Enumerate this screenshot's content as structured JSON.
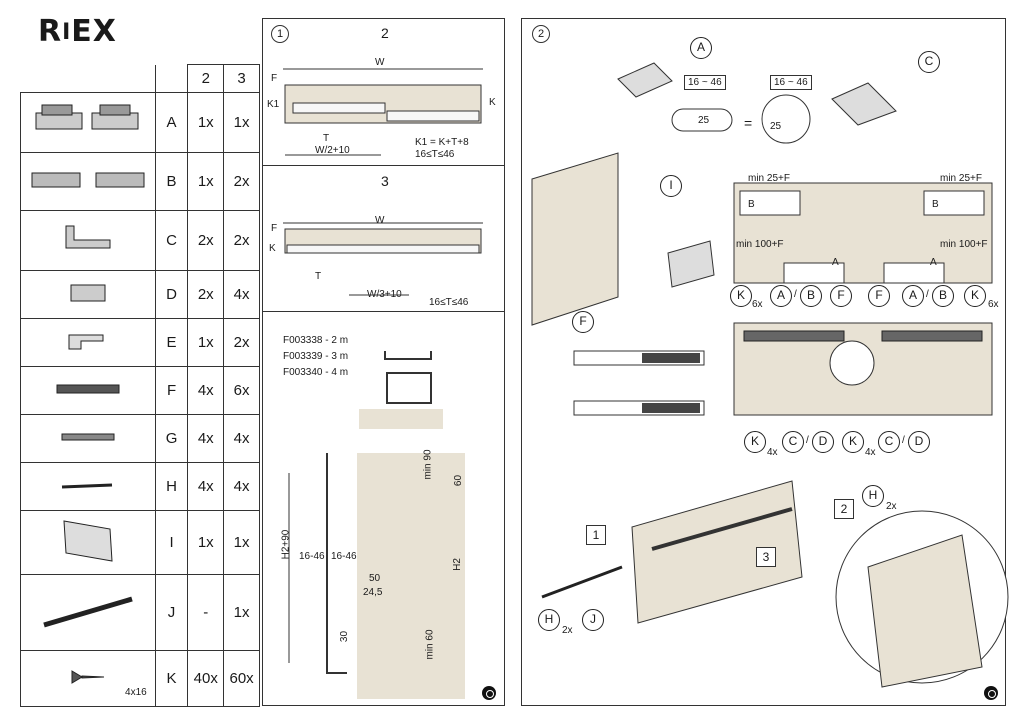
{
  "brand": {
    "logo_main": "R",
    "logo_small": "I",
    "logo_rest": "EX"
  },
  "parts_table": {
    "headers": [
      "2",
      "3"
    ],
    "rows": [
      {
        "letter": "A",
        "q2": "1x",
        "q3": "1x",
        "icon": "top-bracket-icon"
      },
      {
        "letter": "B",
        "q2": "1x",
        "q3": "2x",
        "icon": "hanger-bracket-icon"
      },
      {
        "letter": "C",
        "q2": "2x",
        "q3": "2x",
        "icon": "angle-bracket-icon"
      },
      {
        "letter": "D",
        "q2": "2x",
        "q3": "4x",
        "icon": "small-bracket-icon"
      },
      {
        "letter": "E",
        "q2": "1x",
        "q3": "2x",
        "icon": "stopper-icon"
      },
      {
        "letter": "F",
        "q2": "4x",
        "q3": "6x",
        "icon": "damper-icon"
      },
      {
        "letter": "G",
        "q2": "4x",
        "q3": "4x",
        "icon": "pin-icon"
      },
      {
        "letter": "H",
        "q2": "4x",
        "q3": "4x",
        "icon": "rod-icon"
      },
      {
        "letter": "I",
        "q2": "1x",
        "q3": "1x",
        "icon": "plate-icon"
      },
      {
        "letter": "J",
        "q2": "-",
        "q3": "1x",
        "icon": "bar-icon"
      },
      {
        "letter": "K",
        "q2": "40x",
        "q3": "60x",
        "icon": "screw-icon",
        "note": "4x16"
      }
    ]
  },
  "panel1": {
    "step": "1",
    "two_door": {
      "title": "2",
      "w": "W",
      "f": "F",
      "k1": "K1",
      "k": "K",
      "t": "T",
      "half": "W/2+10",
      "formula": "K1 = K+T+8",
      "range": "16≤T≤46"
    },
    "three_door": {
      "title": "3",
      "w": "W",
      "f": "F",
      "k": "K",
      "t": "T",
      "third": "W/3+10",
      "range": "16≤T≤46"
    },
    "profiles": [
      "F003338 - 2 m",
      "F003339 - 3 m",
      "F003340 - 4 m"
    ],
    "section": {
      "h2_90": "H2+90",
      "h2": "H2",
      "min90": "min 90",
      "s60": "60",
      "min60": "min 60",
      "d1646a": "16-46",
      "d1646b": "16-46",
      "d50": "50",
      "d245": "24,5",
      "d30": "30"
    }
  },
  "panel2": {
    "step": "2",
    "range_a": "16 ~ 46",
    "range_b": "16 ~ 46",
    "value": "25",
    "value_b": "25",
    "eq": "=",
    "min25_left": "min 25+F",
    "min25_right": "min 25+F",
    "min100_left": "min 100+F",
    "min100_right": "min 100+F",
    "b": "B",
    "a": "A",
    "six": "6x",
    "four": "4x",
    "two": "2x",
    "steps": [
      "1",
      "2",
      "3"
    ],
    "callouts": {
      "A": "A",
      "B": "B",
      "C": "C",
      "D": "D",
      "F": "F",
      "H": "H",
      "I": "I",
      "J": "J",
      "K": "K",
      "slash": "/"
    }
  }
}
